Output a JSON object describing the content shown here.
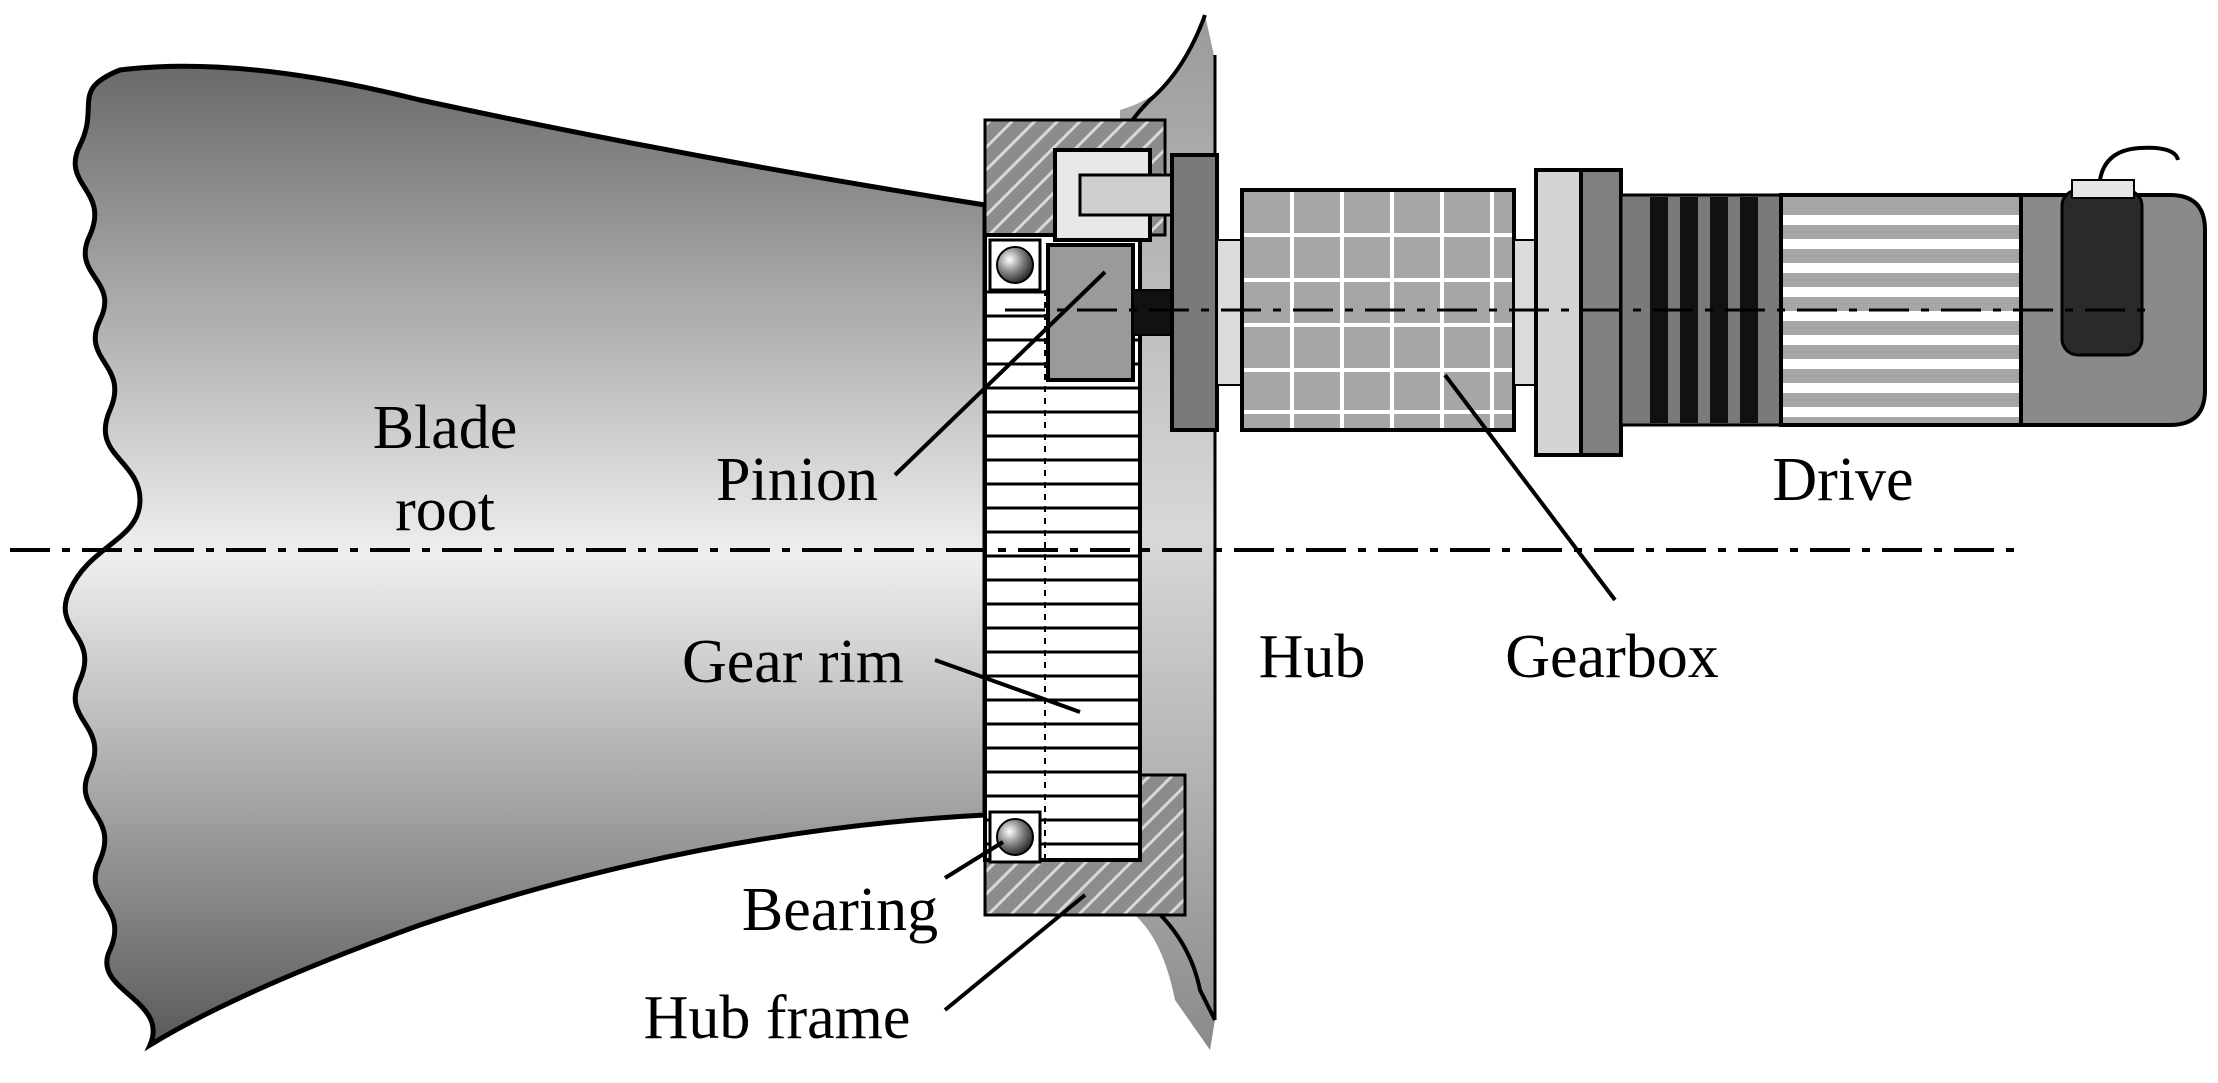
{
  "diagram": {
    "labels": {
      "blade_root_line1": "Blade",
      "blade_root_line2": "root",
      "pinion": "Pinion",
      "gear_rim": "Gear rim",
      "bearing": "Bearing",
      "hub_frame": "Hub frame",
      "hub": "Hub",
      "gearbox": "Gearbox",
      "drive": "Drive"
    }
  }
}
